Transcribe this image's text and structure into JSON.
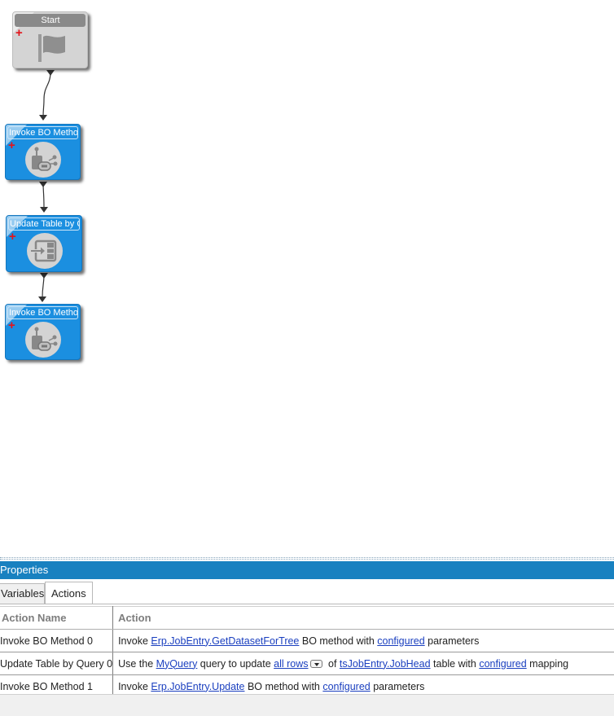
{
  "workflow": {
    "nodes": [
      {
        "id": "start",
        "title": "Start",
        "icon": "flag-icon"
      },
      {
        "id": "invoke0",
        "title": "Invoke BO Method",
        "icon": "bo-method-icon"
      },
      {
        "id": "update0",
        "title": "Update Table by Q",
        "icon": "update-table-icon"
      },
      {
        "id": "invoke1",
        "title": "Invoke BO Method",
        "icon": "bo-method-icon"
      }
    ],
    "add_symbol": "+"
  },
  "colors": {
    "node_blue": "#1b8fe0",
    "start_gray": "#d4d4d4",
    "header_blue": "#1881c0",
    "link": "#1a3fbf",
    "plus_red": "#e3141a"
  },
  "properties": {
    "title": "Properties",
    "tabs": [
      {
        "label": "Variables",
        "active": false
      },
      {
        "label": "Actions",
        "active": true
      }
    ],
    "columns": [
      "Action Name",
      "Action"
    ],
    "rows": [
      {
        "name": "Invoke BO Method 0",
        "parts": {
          "p1": "Invoke ",
          "link1": "Erp.JobEntry.GetDatasetForTree",
          "p2": " BO method with ",
          "link2": "configured",
          "p3": " parameters"
        }
      },
      {
        "name": "Update Table by Query 0",
        "parts": {
          "p1": "Use the ",
          "link1": "MyQuery",
          "p2": " query to update ",
          "link2": "all rows",
          "p3": " of ",
          "link3": "tsJobEntry.JobHead",
          "p4": " table with ",
          "link4": "configured",
          "p5": " mapping"
        }
      },
      {
        "name": "Invoke BO Method 1",
        "parts": {
          "p1": "Invoke ",
          "link1": "Erp.JobEntry.Update",
          "p2": " BO method with ",
          "link2": "configured",
          "p3": " parameters"
        }
      }
    ]
  }
}
